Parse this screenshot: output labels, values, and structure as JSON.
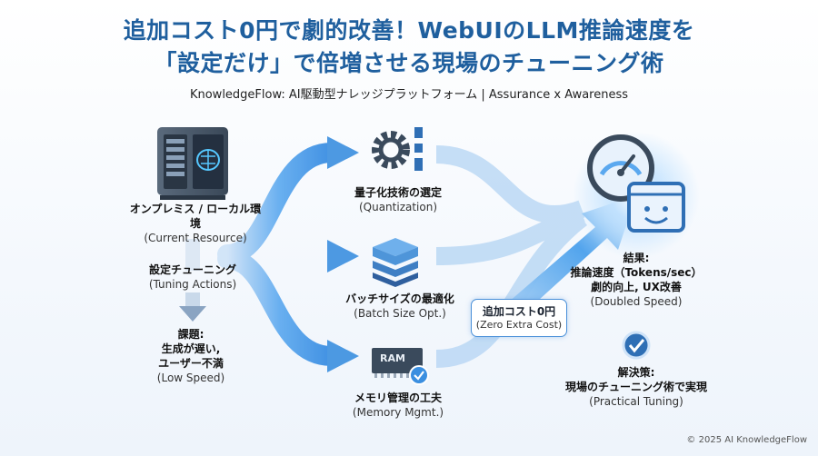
{
  "title": {
    "line1": "追加コスト0円で劇的改善！WebUIのLLM推論速度を",
    "line2": "「設定だけ」で倍増させる現場のチューニング術"
  },
  "subtitle": "KnowledgeFlow: AI駆動型ナレッジプラットフォーム | Assurance x Awareness",
  "nodes": {
    "onprem": {
      "title": "オンプレミス / ローカル環境",
      "sub": "(Current Resource)"
    },
    "tuning": {
      "title": "設定チューニング",
      "sub": "(Tuning Actions)"
    },
    "issue": {
      "title1": "課題:",
      "title2": "生成が遅い,",
      "title3": "ユーザー不満",
      "sub": "(Low Speed)"
    },
    "quant": {
      "title": "量子化技術の選定",
      "sub": "(Quantization)"
    },
    "batch": {
      "title": "バッチサイズの最適化",
      "sub": "(Batch Size Opt.)"
    },
    "memory": {
      "title": "メモリ管理の工夫",
      "sub": "(Memory Mgmt.)",
      "chip_text": "RAM"
    },
    "zero_cost": {
      "title": "追加コスト0円",
      "sub": "(Zero Extra Cost)"
    },
    "result": {
      "title1": "結果:",
      "title2": "推論速度（Tokens/sec）",
      "title3": "劇的向上, UX改善",
      "sub": "(Doubled Speed)"
    },
    "solution": {
      "title1": "解決策:",
      "title2": "現場のチューニング術で実現",
      "sub": "(Practical Tuning)"
    }
  },
  "copyright": "© 2025 AI KnowledgeFlow",
  "colors": {
    "title": "#1f5f9e",
    "arrow": "#3b8fe0",
    "icon_dark": "#3a4a5c",
    "icon_blue": "#2f6fb5"
  }
}
